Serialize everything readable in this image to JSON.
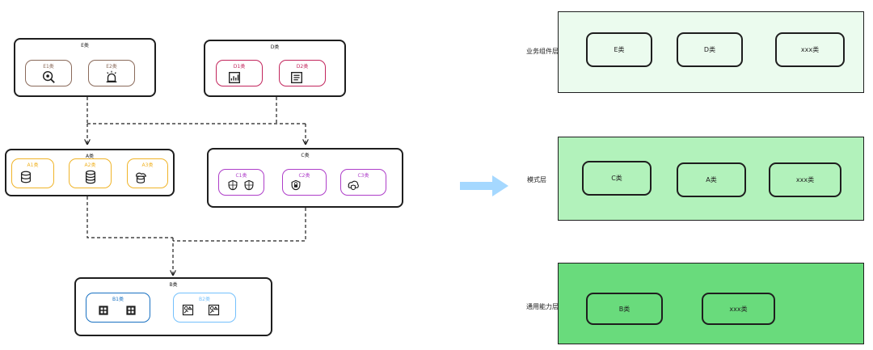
{
  "colors": {
    "dark": "#1e1e1e",
    "brown": "#8a6a5a",
    "crimson": "#c2255c",
    "amber": "#f0b429",
    "purple": "#ae3ec9",
    "navy": "#1971c2",
    "lightblue": "#74c0fc",
    "arrow": "#a5d8ff",
    "layer1": "#ebfbee",
    "layer2": "#b2f2bb",
    "layer3": "#69db7c"
  },
  "left": {
    "e": {
      "title": "E类",
      "items": [
        {
          "label": "E1类",
          "icon": "search-gear-icon"
        },
        {
          "label": "E2类",
          "icon": "alarm-icon"
        }
      ]
    },
    "d": {
      "title": "D类",
      "items": [
        {
          "label": "D1类",
          "icon": "chart-doc-icon"
        },
        {
          "label": "D2类",
          "icon": "list-doc-icon"
        }
      ]
    },
    "a": {
      "title": "A类",
      "items": [
        {
          "label": "A1类",
          "icon": "database-gear-icon"
        },
        {
          "label": "A2类",
          "icon": "database-icon"
        },
        {
          "label": "A3类",
          "icon": "database-cloud-icon"
        }
      ]
    },
    "c": {
      "title": "C类",
      "items": [
        {
          "label": "C1类",
          "icon": "shield-icon"
        },
        {
          "label": "C2类",
          "icon": "lock-icon"
        },
        {
          "label": "C3类",
          "icon": "cloud-shield-icon"
        }
      ]
    },
    "b": {
      "title": "B类",
      "items": [
        {
          "label": "B1类",
          "icon": "grid-icon"
        },
        {
          "label": "B2类",
          "icon": "grid-chart-icon"
        }
      ]
    }
  },
  "layers": [
    {
      "label": "业务组件层",
      "items": [
        "E类",
        "D类",
        "xxx类"
      ]
    },
    {
      "label": "模式层",
      "items": [
        "C类",
        "A类",
        "xxx类"
      ]
    },
    {
      "label": "通用能力层",
      "items": [
        "B类",
        "xxx类"
      ]
    }
  ]
}
